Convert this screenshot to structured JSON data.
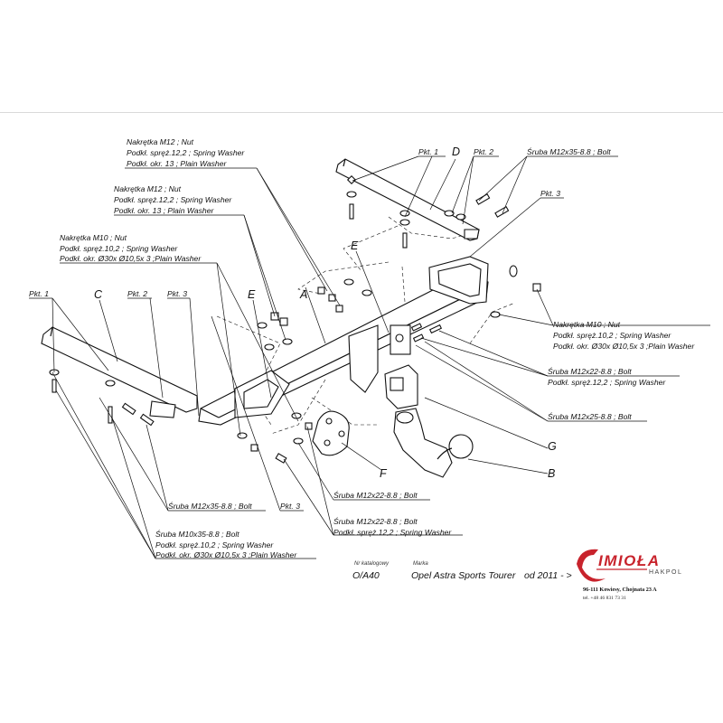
{
  "parts_top": {
    "group1": [
      "Nakrętka  M12 ; Nut",
      "Podkł. spręż.12,2 ; Spring Washer",
      "Podkł. okr. 13 ; Plain Washer"
    ],
    "group2": [
      "Nakrętka  M12 ; Nut",
      "Podkł. spręż.12,2 ; Spring Washer",
      "Podkł. okr. 13 ; Plain Washer"
    ],
    "group3": [
      "Nakrętka  M10 ; Nut",
      "Podkł. spręż.10,2 ; Spring Washer",
      "Podkł. okr.  Ø30x Ø10,5x 3 ;Plain Washer"
    ]
  },
  "parts_right": {
    "nut_m10": [
      "Nakrętka  M10 ; Nut",
      "Podkł. spręż.10,2 ; Spring Washer",
      "Podkł. okr.  Ø30x Ø10,5x 3 ;Plain Washer"
    ],
    "bolt_m12x22": [
      "Śruba M12x22-8.8 ;  Bolt",
      "Podkł. spręż.12,2 ; Spring Washer"
    ],
    "bolt_m12x25": "Śruba M12x25-8.8 ;  Bolt",
    "bolt_m12x35": "Śruba M12x35-8.8 ;  Bolt"
  },
  "parts_bottom": {
    "bolt_m12x35": "Śruba M12x35-8.8 ;  Bolt",
    "bolt_m12x22_a": "Śruba M12x22-8.8 ;  Bolt",
    "bolt_m12x22_b": [
      "Śruba M12x22-8.8 ;  Bolt",
      "Podkł. spręż.12,2 ; Spring Washer"
    ],
    "bolt_m10x35": [
      "Śruba M10x35-8.8 ;  Bolt",
      "Podkł. spręż.10,2 ; Spring Washer",
      "Podkł. okr.  Ø30x Ø10,5x 3 ;Plain Washer"
    ]
  },
  "pkt_labels": {
    "pkt1": "Pkt. 1",
    "pkt2": "Pkt. 2",
    "pkt3": "Pkt. 3"
  },
  "part_letters": {
    "a": "A",
    "b": "B",
    "c": "C",
    "d": "D",
    "e": "E",
    "f": "F",
    "g": "G"
  },
  "catalog": {
    "nr_label": "Nr katalogowy",
    "marka_label": "Marka",
    "code": "O/A40",
    "model": "Opel Astra Sports Tourer",
    "years": "od 2011 - >"
  },
  "company": {
    "logo": "IMIOŁA",
    "sub": "HAKPOL",
    "address": "96-111 Kowiesy, Chojnata 23 A",
    "tel": "tel. +48 46 831 73 31",
    "logo_color": "#c8232c"
  }
}
